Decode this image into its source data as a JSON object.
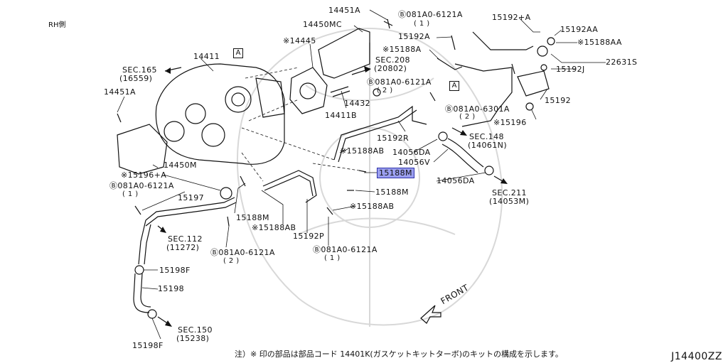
{
  "corner_label": "RH側",
  "diagram_code": "J14400ZZ",
  "footnote": "注）※ 印の部品は部品コード 14401K(ガスケットキットターボ)のキットの構成を示します。",
  "front_label": "FRONT",
  "ref_box": "A",
  "labels": {
    "p14451A_top": "14451A",
    "p14450MC": "14450MC",
    "p14445": "※14445",
    "p14411": "14411",
    "sec165": "SEC.165",
    "sec165_sub": "(16559)",
    "p14451A_left": "14451A",
    "sec208": "SEC.208",
    "sec208_sub": "(20802)",
    "p14432": "14432",
    "p14411B": "14411B",
    "p081A0_6121A_top": "Ⓑ081A0-6121A",
    "qty_top": "( 1 )",
    "p15192A": "15192A",
    "p15188A": "※15188A",
    "p081A0_6121A_mid": "Ⓑ081A0-6121A",
    "qty_mid": "( 2 )",
    "p15192plusA": "15192+A",
    "p15192AA": "15192AA",
    "p15188AA": "※15188AA",
    "p22631S": "22631S",
    "p15192J": "15192J",
    "p15192": "15192",
    "p081A0_6301A": "Ⓑ081A0-6301A",
    "qty_6301": "( 2 )",
    "p15196": "※15196",
    "sec148": "SEC.148",
    "sec148_sub": "(14061N)",
    "p15192R": "15192R",
    "p15188AB_top": "※15188AB",
    "p14056DA_top": "14056DA",
    "p14056V": "14056V",
    "p15188M_hl": "15188M",
    "p14056DA_bot": "14056DA",
    "sec211": "SEC.211",
    "sec211_sub": "(14053M)",
    "p14450M": "14450M",
    "p15196plusA": "※15196+A",
    "p081A0_6121A_left": "Ⓑ081A0-6121A",
    "qty_left": "( 1 )",
    "p15197": "15197",
    "p15188M_mid": "15188M",
    "p15188AB_mid": "※15188AB",
    "p15188M_left": "15188M",
    "p15188AB_left": "※15188AB",
    "p15192P": "15192P",
    "sec112": "SEC.112",
    "sec112_sub": "(11272)",
    "p081A0_6121A_bl": "Ⓑ081A0-6121A",
    "qty_bl": "( 2 )",
    "p081A0_6121A_bc": "Ⓑ081A0-6121A",
    "qty_bc": "( 1 )",
    "p15198F_top": "15198F",
    "p15198": "15198",
    "sec150": "SEC.150",
    "sec150_sub": "(15238)",
    "p15198F_bot": "15198F"
  }
}
